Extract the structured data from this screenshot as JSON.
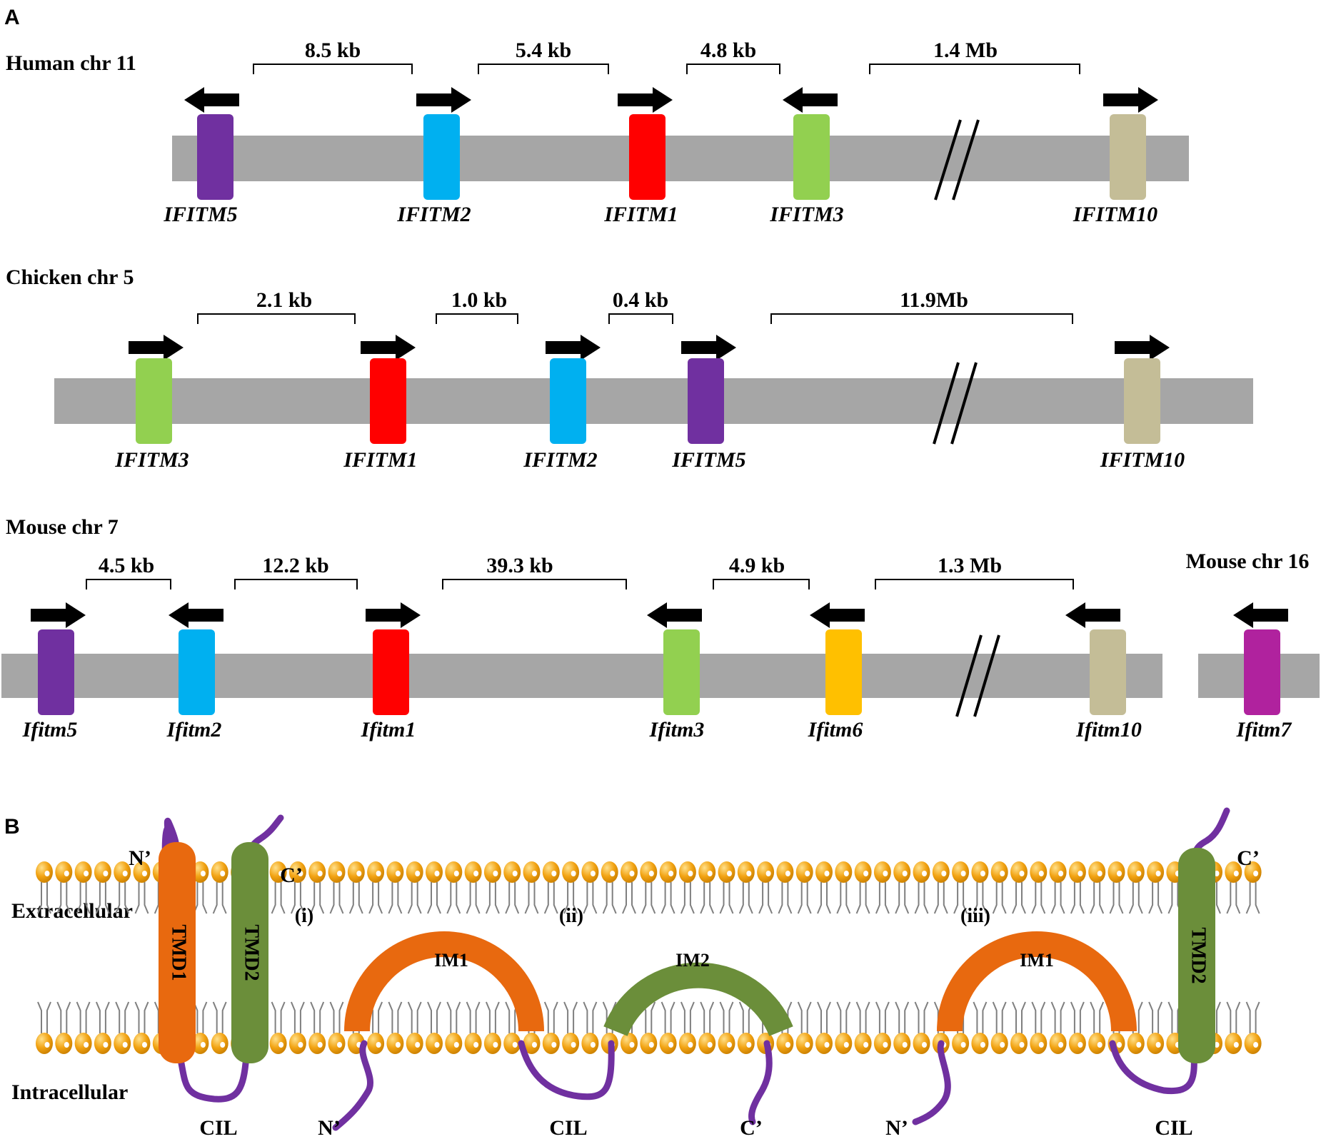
{
  "panel_labels": {
    "a": "A",
    "b": "B"
  },
  "panel_a": {
    "rows": [
      {
        "title": "Human chr 11",
        "distances": [
          "8.5 kb",
          "5.4 kb",
          "4.8 kb",
          "1.4 Mb"
        ],
        "genes": [
          {
            "name": "IFITM5",
            "color": "#7030A0",
            "direction": "left"
          },
          {
            "name": "IFITM2",
            "color": "#00B0F0",
            "direction": "right"
          },
          {
            "name": "IFITM1",
            "color": "#FF0000",
            "direction": "right"
          },
          {
            "name": "IFITM3",
            "color": "#92D050",
            "direction": "left"
          },
          {
            "name": "IFITM10",
            "color": "#C4BD97",
            "direction": "right"
          }
        ]
      },
      {
        "title": "Chicken chr 5",
        "distances": [
          "2.1 kb",
          "1.0 kb",
          "0.4 kb",
          "11.9Mb"
        ],
        "genes": [
          {
            "name": "IFITM3",
            "color": "#92D050",
            "direction": "right"
          },
          {
            "name": "IFITM1",
            "color": "#FF0000",
            "direction": "right"
          },
          {
            "name": "IFITM2",
            "color": "#00B0F0",
            "direction": "right"
          },
          {
            "name": "IFITM5",
            "color": "#7030A0",
            "direction": "right"
          },
          {
            "name": "IFITM10",
            "color": "#C4BD97",
            "direction": "right"
          }
        ]
      },
      {
        "title": "Mouse chr 7",
        "distances": [
          "4.5 kb",
          "12.2 kb",
          "39.3 kb",
          "4.9 kb",
          "1.3 Mb"
        ],
        "genes": [
          {
            "name": "Ifitm5",
            "color": "#7030A0",
            "direction": "right"
          },
          {
            "name": "Ifitm2",
            "color": "#00B0F0",
            "direction": "left"
          },
          {
            "name": "Ifitm1",
            "color": "#FF0000",
            "direction": "right"
          },
          {
            "name": "Ifitm3",
            "color": "#92D050",
            "direction": "left"
          },
          {
            "name": "Ifitm6",
            "color": "#FFC000",
            "direction": "left"
          },
          {
            "name": "Ifitm10",
            "color": "#C4BD97",
            "direction": "left"
          }
        ]
      },
      {
        "title": "Mouse chr 16",
        "distances": [],
        "genes": [
          {
            "name": "Ifitm7",
            "color": "#B0229E",
            "direction": "left"
          }
        ]
      }
    ]
  },
  "panel_b": {
    "region_labels": {
      "extracellular": "Extracellular",
      "intracellular": "Intracellular"
    },
    "topologies": [
      {
        "roman": "(i)",
        "domains": [
          "TMD1",
          "TMD2"
        ],
        "termini": [
          "N’",
          "C’"
        ],
        "loop": "CIL"
      },
      {
        "roman": "(ii)",
        "domains": [
          "IM1",
          "IM2"
        ],
        "termini": [
          "N’",
          "C’"
        ],
        "loop": "CIL"
      },
      {
        "roman": "(iii)",
        "domains": [
          "IM1",
          "TMD2"
        ],
        "termini": [
          "N’",
          "C’"
        ],
        "loop": "CIL"
      }
    ],
    "colors": {
      "membrane_head": "#F2A313",
      "tail": "#7F7F7F",
      "terminus_strand": "#7030A0",
      "domain_orange": "#E8690F",
      "domain_green": "#6B8E3A",
      "chromosome": "#A6A6A6"
    }
  }
}
